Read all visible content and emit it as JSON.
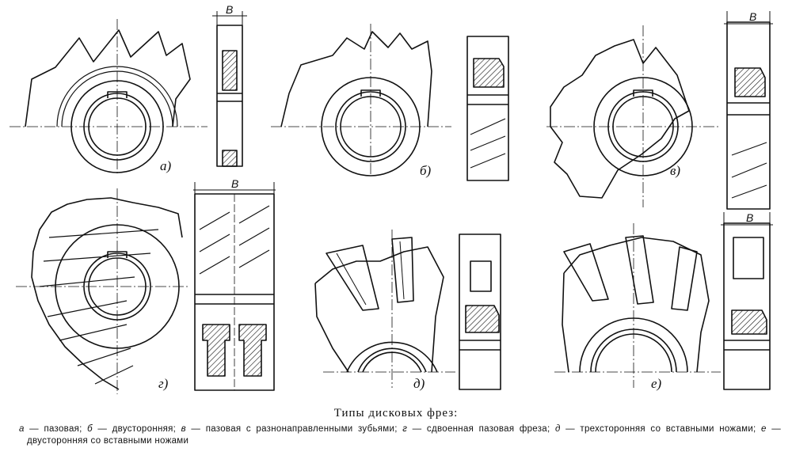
{
  "figure": {
    "labels": {
      "a": "а)",
      "b": "б)",
      "v": "в)",
      "g": "г)",
      "d": "д)",
      "e": "е)"
    },
    "width_label": "B"
  },
  "caption": {
    "title": "Типы дисковых фрез:",
    "items": [
      {
        "letter": "а",
        "text": "пазовая;"
      },
      {
        "letter": "б",
        "text": "двусторонняя;"
      },
      {
        "letter": "в",
        "text": "пазовая с разнонаправленными зубьями;"
      },
      {
        "letter": "г",
        "text": "сдвоенная пазовая фреза;"
      },
      {
        "letter": "д",
        "text": "трехсторонняя со вставными ножами;"
      },
      {
        "letter": "е",
        "text": "двусторонняя со вставными ножами"
      }
    ]
  }
}
